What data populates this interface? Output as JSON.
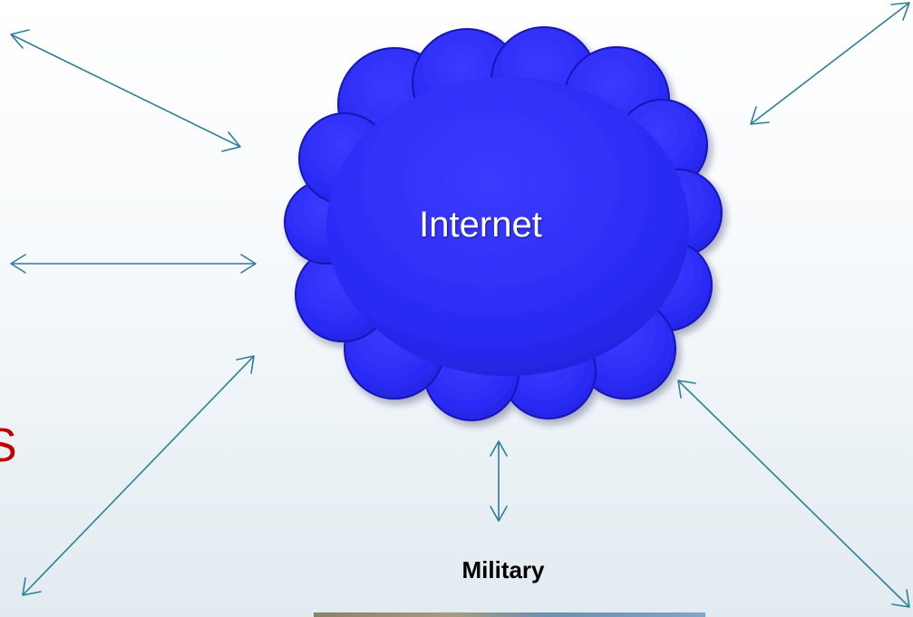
{
  "diagram": {
    "center_node": {
      "label": "Internet",
      "shape": "cloud",
      "color": "#2a2af5"
    },
    "nodes": [
      {
        "id": "military",
        "label": "Military"
      }
    ],
    "partial_edge_glyph": "S",
    "colors": {
      "arrow": "#2f7d98",
      "cloud_fill": "#2a2af5",
      "label_on_cloud": "#ffffff",
      "partial_glyph": "#c00000"
    }
  }
}
